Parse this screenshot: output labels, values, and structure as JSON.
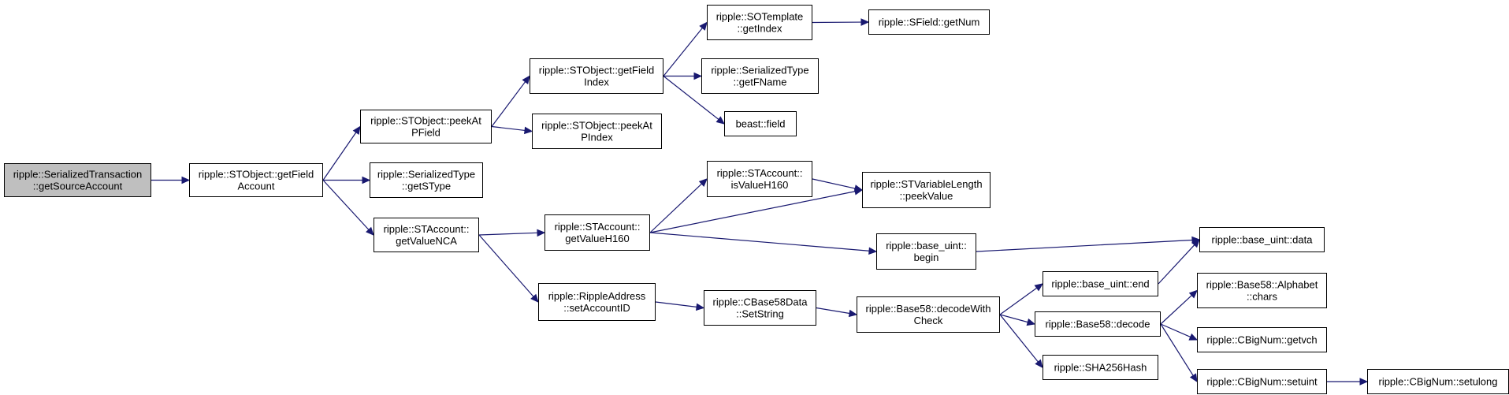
{
  "nodes": [
    {
      "id": "n0",
      "lines": [
        "ripple::SerializedTransaction",
        "::getSourceAccount"
      ],
      "root": true
    },
    {
      "id": "n1",
      "lines": [
        "ripple::STObject::getField",
        "Account"
      ]
    },
    {
      "id": "n2",
      "lines": [
        "ripple::STObject::peekAt",
        "PField"
      ]
    },
    {
      "id": "n3",
      "lines": [
        "ripple::SerializedType",
        "::getSType"
      ]
    },
    {
      "id": "n4",
      "lines": [
        "ripple::STAccount::",
        "getValueNCA"
      ]
    },
    {
      "id": "n5",
      "lines": [
        "ripple::STObject::getField",
        "Index"
      ]
    },
    {
      "id": "n6",
      "lines": [
        "ripple::STObject::peekAt",
        "PIndex"
      ]
    },
    {
      "id": "n7",
      "lines": [
        "ripple::STAccount::",
        "getValueH160"
      ]
    },
    {
      "id": "n8",
      "lines": [
        "ripple::RippleAddress",
        "::setAccountID"
      ]
    },
    {
      "id": "n9",
      "lines": [
        "ripple::SOTemplate",
        "::getIndex"
      ]
    },
    {
      "id": "n10",
      "lines": [
        "ripple::SerializedType",
        "::getFName"
      ]
    },
    {
      "id": "n11",
      "lines": [
        "beast::field"
      ]
    },
    {
      "id": "n12",
      "lines": [
        "ripple::STAccount::",
        "isValueH160"
      ]
    },
    {
      "id": "n13",
      "lines": [
        "ripple::CBase58Data",
        "::SetString"
      ]
    },
    {
      "id": "n14",
      "lines": [
        "ripple::SField::getNum"
      ]
    },
    {
      "id": "n15",
      "lines": [
        "ripple::STVariableLength",
        "::peekValue"
      ]
    },
    {
      "id": "n16",
      "lines": [
        "ripple::base_uint::",
        "begin"
      ]
    },
    {
      "id": "n17",
      "lines": [
        "ripple::Base58::decodeWith",
        "Check"
      ]
    },
    {
      "id": "n18",
      "lines": [
        "ripple::base_uint::end"
      ]
    },
    {
      "id": "n19",
      "lines": [
        "ripple::Base58::decode"
      ]
    },
    {
      "id": "n20",
      "lines": [
        "ripple::SHA256Hash"
      ]
    },
    {
      "id": "n21",
      "lines": [
        "ripple::base_uint::data"
      ]
    },
    {
      "id": "n22",
      "lines": [
        "ripple::Base58::Alphabet",
        "::chars"
      ]
    },
    {
      "id": "n23",
      "lines": [
        "ripple::CBigNum::getvch"
      ]
    },
    {
      "id": "n24",
      "lines": [
        "ripple::CBigNum::setuint"
      ]
    },
    {
      "id": "n25",
      "lines": [
        "ripple::CBigNum::setulong"
      ]
    }
  ],
  "edges": [
    [
      "n0",
      "n1"
    ],
    [
      "n1",
      "n2"
    ],
    [
      "n1",
      "n3"
    ],
    [
      "n1",
      "n4"
    ],
    [
      "n2",
      "n5"
    ],
    [
      "n2",
      "n6"
    ],
    [
      "n5",
      "n9"
    ],
    [
      "n5",
      "n10"
    ],
    [
      "n5",
      "n11"
    ],
    [
      "n9",
      "n14"
    ],
    [
      "n4",
      "n7"
    ],
    [
      "n4",
      "n8"
    ],
    [
      "n7",
      "n12"
    ],
    [
      "n7",
      "n15"
    ],
    [
      "n7",
      "n16"
    ],
    [
      "n12",
      "n15"
    ],
    [
      "n16",
      "n21"
    ],
    [
      "n8",
      "n13"
    ],
    [
      "n13",
      "n17"
    ],
    [
      "n17",
      "n18"
    ],
    [
      "n17",
      "n19"
    ],
    [
      "n17",
      "n20"
    ],
    [
      "n18",
      "n21"
    ],
    [
      "n19",
      "n22"
    ],
    [
      "n19",
      "n23"
    ],
    [
      "n19",
      "n24"
    ],
    [
      "n24",
      "n25"
    ]
  ]
}
